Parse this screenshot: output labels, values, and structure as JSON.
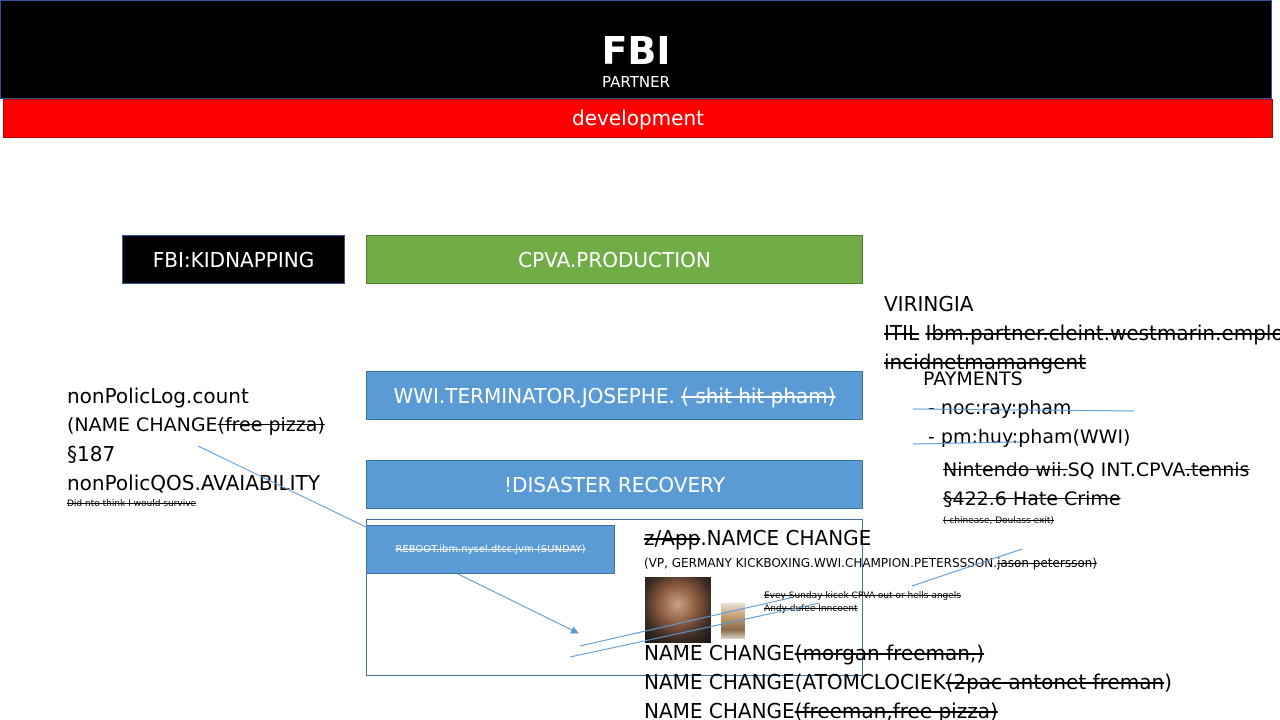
{
  "header": {
    "title": "FBI",
    "subtitle": "PARTNER",
    "band": "development"
  },
  "boxes": {
    "kidnapping": "FBI:KIDNAPPING",
    "production": "CPVA.PRODUCTION",
    "terminator": "WWI.TERMINATOR.JOSEPHE.",
    "terminator_struck": "( shit hit pham)",
    "disaster": "!DISASTER RECOVERY",
    "reboot": "REBOOT.ibm.nysel.dtcc.jvm (SUNDAY)"
  },
  "left_notes": {
    "line1": "nonPolicLog.count",
    "line2": "(NAME CHANGE",
    "line2_struck": "(free pizza)",
    "line3": "§187",
    "line4": "nonPolicQOS.AVAIABILITY",
    "line5_struck": "Did nto think I would survive"
  },
  "right_notes": {
    "virginia": "VIRINGIA",
    "itil_struck": "ITIL",
    "ibm_struck": "Ibm.partner.cleint.westmarin.employ",
    "incident_struck": "incidnetmamangent",
    "payments": "PAYMENTS",
    "noc": "- noc:ray:pham",
    "pm": "- pm:huy:pham(WWI)",
    "nintendo_struck": "Nintendo wii.",
    "sq": "SQ INT.CPVA",
    "tennis_struck": ".tennis",
    "hate_struck": "§422.6 Hate Crime",
    "chinese_struck": "( chinease, Doulass exit)"
  },
  "name_change": {
    "app_struck": "z/App",
    "title": ".NAMCE CHANGE",
    "vp_line": "(VP, GERMANY KICKBOXING.WWI.CHAMPION.PETERSSSON.",
    "vp_struck": "jason petersson)",
    "caption_struck_1": "Evey Sunday kicek CPVA out or hells angels",
    "caption_struck_2": "Andy dufee Inncoent",
    "nc1": "NAME CHANGE",
    "nc1_struck": "(morgan freeman,)",
    "nc2": "NAME CHANGE(ATOMCLOCIEK",
    "nc2_struck": "(2pac antonet freman",
    "nc2_end": ")",
    "nc3": "NAME CHANGE",
    "nc3_struck": "(freeman,free pizza)"
  },
  "icons": {
    "photo_1": "portrait-photo-icon",
    "photo_2": "figure-photo-icon",
    "arrow": "arrow-connector-icon"
  },
  "colors": {
    "black": "#000000",
    "red": "#ff0000",
    "green": "#70ad47",
    "blue": "#5b9bd5",
    "line": "#5b9bd5"
  }
}
